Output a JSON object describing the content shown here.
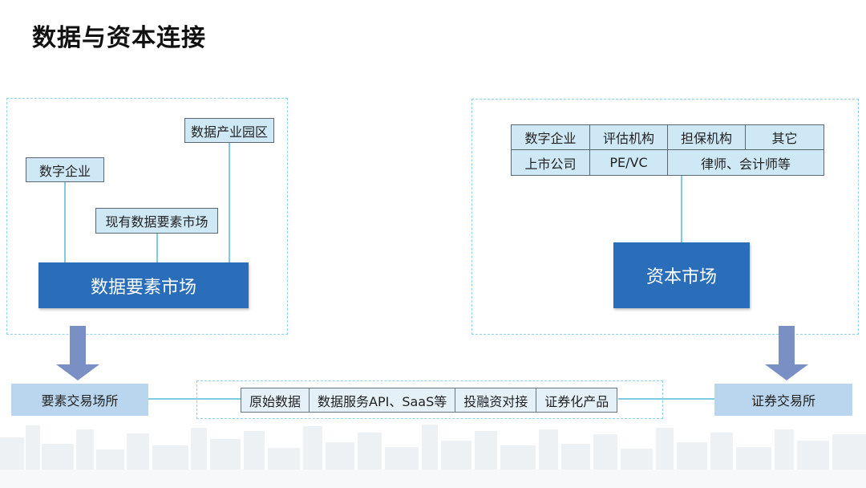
{
  "title": "数据与资本连接",
  "left_panel": {
    "labels": {
      "data_park": "数据产业园区",
      "digital_enterprise": "数字企业",
      "existing_market": "现有数据要素市场"
    },
    "main_box": "数据要素市场"
  },
  "right_panel": {
    "grid": {
      "r1c1": "数字企业",
      "r1c2": "评估机构",
      "r1c3": "担保机构",
      "r1c4": "其它",
      "r2c1": "上市公司",
      "r2c2": "PE/VC",
      "r2c3": "律师、会计师等"
    },
    "main_box": "资本市场"
  },
  "bottom": {
    "left_exchange": "要素交易场所",
    "right_exchange": "证券交易所",
    "items": [
      "原始数据",
      "数据服务API、SaaS等",
      "投融资对接",
      "证券化产品"
    ]
  },
  "colors": {
    "primary_box": "#2a6db8",
    "light_box": "#cfe8f6",
    "connector": "#7fcbe3",
    "arrow": "#7a8fc4"
  }
}
